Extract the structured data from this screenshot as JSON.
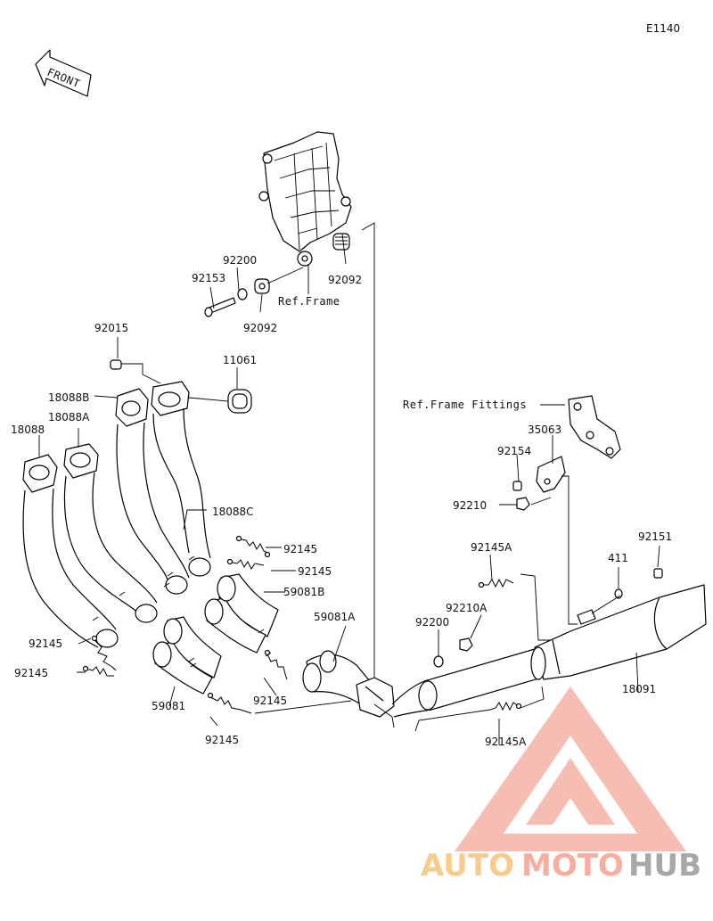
{
  "diagram_code": "E1140",
  "front_label": "FRONT",
  "labels": {
    "p92200_top": "92200",
    "p92153": "92153",
    "p92092_right": "92092",
    "ref_frame": "Ref.Frame",
    "p92092_bottom": "92092",
    "p92015": "92015",
    "p11061": "11061",
    "p18088B": "18088B",
    "p18088A": "18088A",
    "p18088": "18088",
    "p18088C": "18088C",
    "p92145_a": "92145",
    "p92145_b": "92145",
    "p59081B": "59081B",
    "p59081A": "59081A",
    "p92145_c": "92145",
    "p92145_d": "92145",
    "p59081": "59081",
    "p92145_e": "92145",
    "p92145_f": "92145",
    "ref_frame_fittings": "Ref.Frame Fittings",
    "p35063": "35063",
    "p92154": "92154",
    "p92210": "92210",
    "p92145A_top": "92145A",
    "p92151": "92151",
    "p411": "411",
    "p92210A": "92210A",
    "p92200_mid": "92200",
    "p18091": "18091",
    "p92145A_bottom": "92145A"
  },
  "watermark": {
    "part1": "AUTO",
    "part2": "MOTO",
    "part3": "HUB",
    "color_light": "#f5a08f",
    "color_gray": "#9a9a9a"
  }
}
